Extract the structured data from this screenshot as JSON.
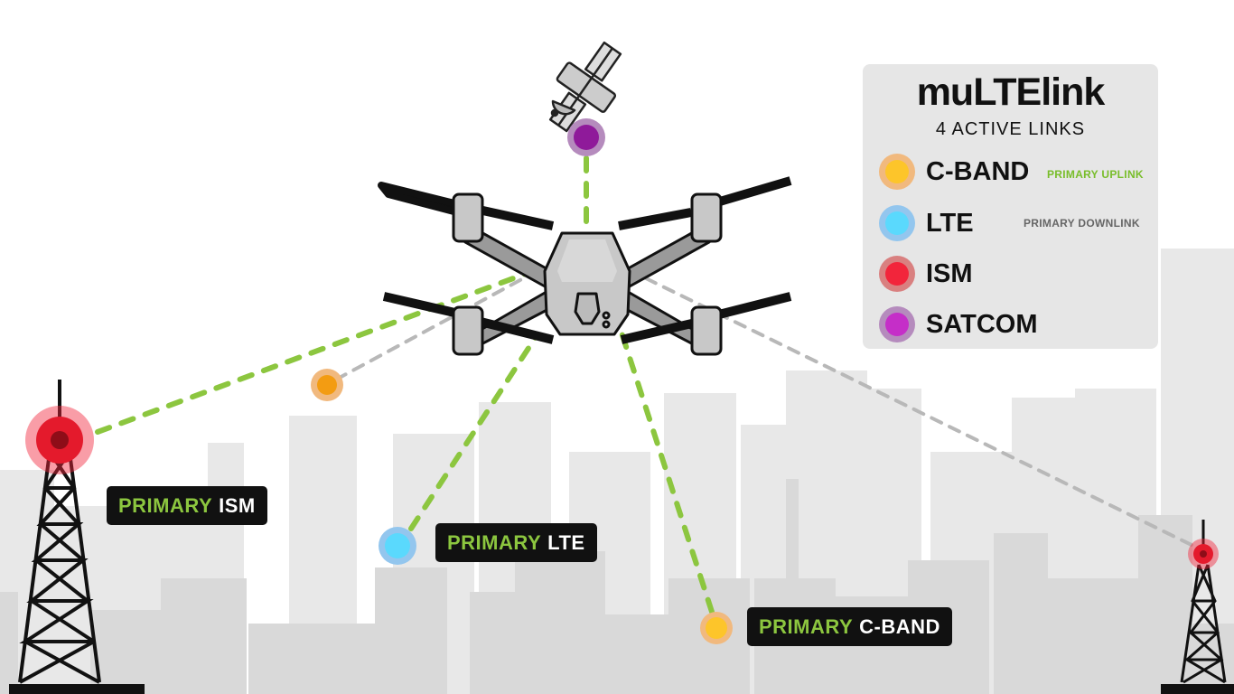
{
  "legend": {
    "brand": "muLTElink",
    "active_links": "4 ACTIVE LINKS",
    "links": [
      {
        "name": "C-BAND",
        "note": "PRIMARY UPLINK",
        "color": "#fdc52a",
        "ring": "#f1b97e",
        "note_color": "#78bd2a"
      },
      {
        "name": "LTE",
        "note": "PRIMARY DOWNLINK",
        "color": "#5ad9fd",
        "ring": "#93c6ee",
        "note_color": "#666666"
      },
      {
        "name": "ISM",
        "note": "",
        "color": "#f2253b",
        "ring": "#d98080",
        "note_color": ""
      },
      {
        "name": "SATCOM",
        "note": "",
        "color": "#c52ec8",
        "ring": "#b58bbd",
        "note_color": ""
      }
    ]
  },
  "tags": {
    "ism": {
      "primary": "PRIMARY",
      "name": "ISM"
    },
    "lte": {
      "primary": "PRIMARY",
      "name": "LTE"
    },
    "cband": {
      "primary": "PRIMARY",
      "name": "C-BAND"
    }
  },
  "colors": {
    "link_green": "#8cc63f",
    "link_grey": "#b8b8b8",
    "skyline_back": "#e9e9e9",
    "skyline_front": "#d9d9d9"
  }
}
